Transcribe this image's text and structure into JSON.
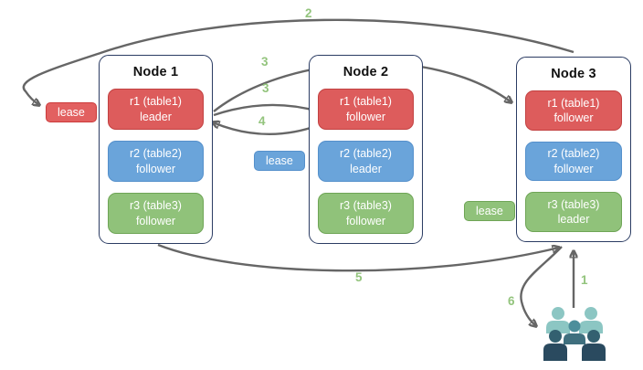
{
  "nodes": [
    {
      "title": "Node 1",
      "replicas": [
        {
          "name": "r1 (table1)",
          "role": "leader",
          "color": "red"
        },
        {
          "name": "r2 (table2)",
          "role": "follower",
          "color": "blue"
        },
        {
          "name": "r3 (table3)",
          "role": "follower",
          "color": "green"
        }
      ]
    },
    {
      "title": "Node 2",
      "replicas": [
        {
          "name": "r1 (table1)",
          "role": "follower",
          "color": "red"
        },
        {
          "name": "r2 (table2)",
          "role": "leader",
          "color": "blue"
        },
        {
          "name": "r3 (table3)",
          "role": "follower",
          "color": "green"
        }
      ]
    },
    {
      "title": "Node 3",
      "replicas": [
        {
          "name": "r1 (table1)",
          "role": "follower",
          "color": "red"
        },
        {
          "name": "r2 (table2)",
          "role": "follower",
          "color": "blue"
        },
        {
          "name": "r3 (table3)",
          "role": "leader",
          "color": "green"
        }
      ]
    }
  ],
  "leases": [
    {
      "label": "lease",
      "color": "red"
    },
    {
      "label": "lease",
      "color": "blue"
    },
    {
      "label": "lease",
      "color": "green"
    }
  ],
  "arrows": [
    {
      "label": "1",
      "from": "users",
      "to": "node3-bottom"
    },
    {
      "label": "2",
      "from": "node3-top",
      "to": "lease-red"
    },
    {
      "label": "3",
      "from": "node1-r1-leader",
      "to": "node3-r1-follower"
    },
    {
      "label": "3",
      "from": "node1-r1-leader",
      "to": "node2-r1-follower"
    },
    {
      "label": "4",
      "from": "node2-r1-follower",
      "to": "node1-r1-leader"
    },
    {
      "label": "5",
      "from": "node1-bottom",
      "to": "node3-bottom"
    },
    {
      "label": "6",
      "from": "node3-bottom",
      "to": "users"
    }
  ],
  "icons": {
    "users": "users-crowd-icon"
  },
  "colors": {
    "red": "#dd5c5c",
    "red_border": "#c24141",
    "blue": "#6aa4da",
    "blue_border": "#5590cb",
    "green": "#90c27a",
    "green_border": "#6fa556",
    "node_border": "#2b3c63",
    "arrow": "#666666",
    "step_label": "#93c47d",
    "users_light": "#8cc6c3",
    "users_mid": "#4d8e9b",
    "users_dark": "#2a4a5f"
  }
}
